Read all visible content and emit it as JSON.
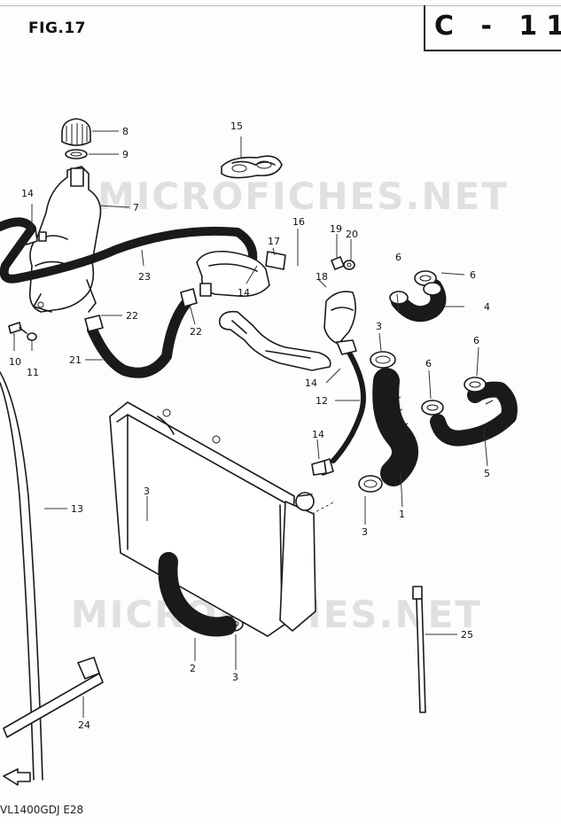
{
  "header": {
    "figure": "FIG.17",
    "section": "C - 11"
  },
  "footer": {
    "model": "VL1400GDJ  E28"
  },
  "watermark": "MICROFICHES.NET",
  "callouts": {
    "c1": "1",
    "c2": "2",
    "c3a": "3",
    "c3b": "3",
    "c3c": "3",
    "c3d": "3",
    "c4": "4",
    "c5": "5",
    "c6a": "6",
    "c6b": "6",
    "c6c": "6",
    "c6d": "6",
    "c7": "7",
    "c8": "8",
    "c9": "9",
    "c10": "10",
    "c11": "11",
    "c12": "12",
    "c13": "13",
    "c14a": "14",
    "c14b": "14",
    "c14c": "14",
    "c14d": "14",
    "c15": "15",
    "c16": "16",
    "c17": "17",
    "c18": "18",
    "c19": "19",
    "c20": "20",
    "c21": "21",
    "c22a": "22",
    "c22b": "22",
    "c23": "23",
    "c24": "24",
    "c25": "25"
  }
}
